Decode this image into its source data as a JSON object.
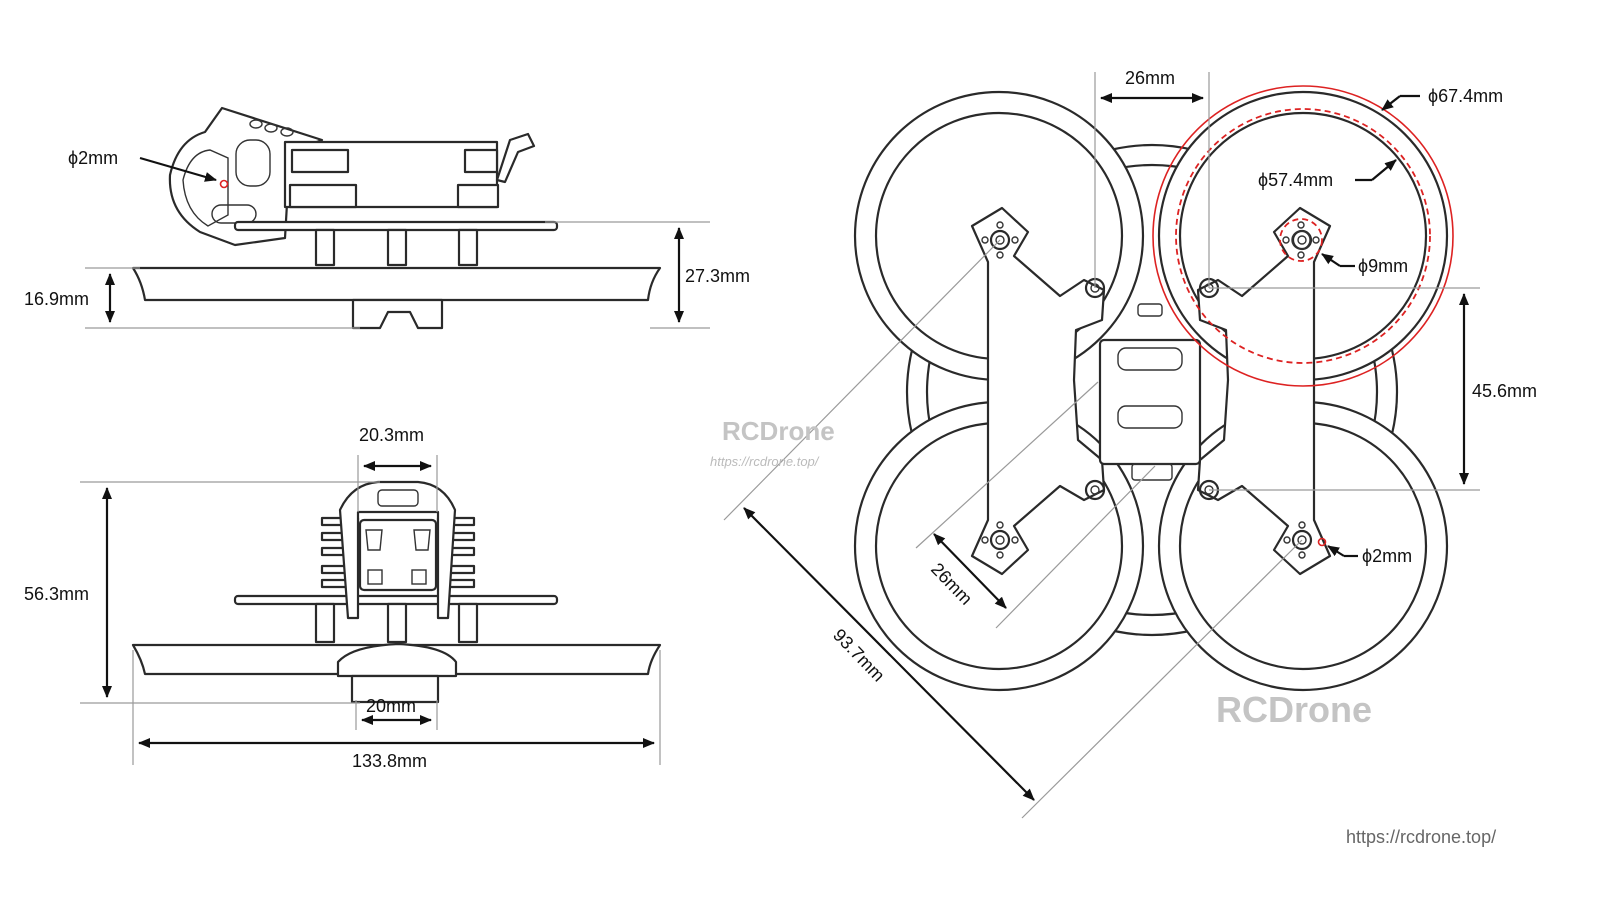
{
  "side_view": {
    "hole_dia": "ϕ2mm",
    "height_total": "27.3mm",
    "height_guard": "16.9mm"
  },
  "front_view": {
    "top_width": "20.3mm",
    "height": "56.3mm",
    "bottom_width": "20mm",
    "total_width": "133.8mm"
  },
  "top_view": {
    "spacing_top": "26mm",
    "outer_dia": "ϕ67.4mm",
    "inner_dia": "ϕ57.4mm",
    "motor_dia": "ϕ9mm",
    "vertical_spacing": "45.6mm",
    "motor_hole": "ϕ2mm",
    "diag_spacing": "26mm",
    "diag_total": "93.7mm"
  },
  "watermarks": {
    "brand": "RCDrone",
    "url_small": "https://rcdrone.top/",
    "url_corner": "https://rcdrone.top/"
  },
  "colors": {
    "line": "#2a2a2a",
    "highlight": "#dd2222",
    "watermark": "#c4c4c4"
  }
}
